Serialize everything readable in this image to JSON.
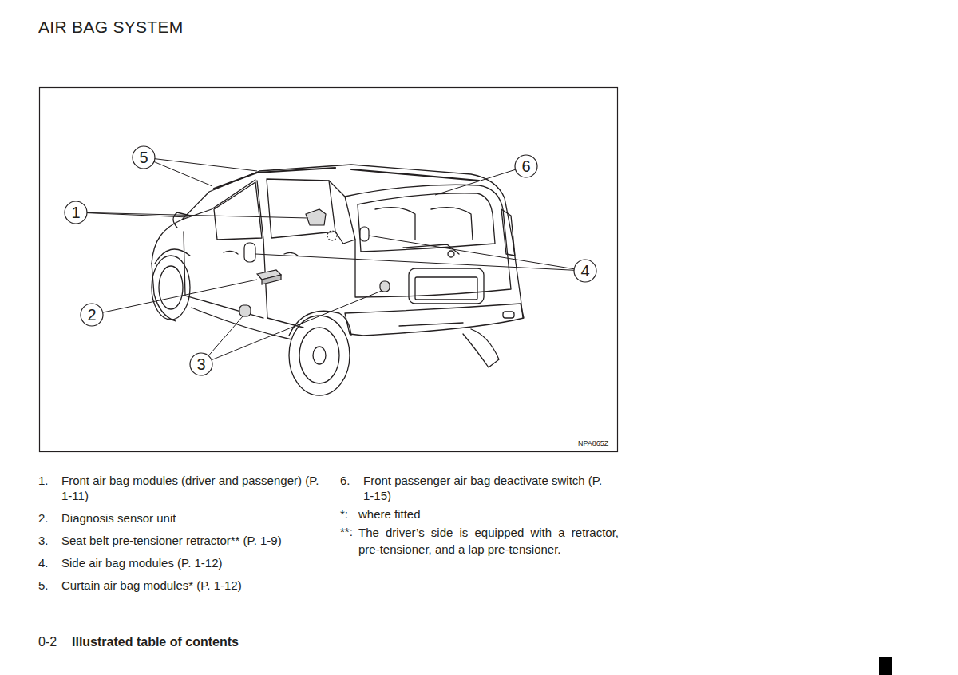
{
  "diagram": {
    "title": "AIR BAG SYSTEM",
    "labels": [
      "5",
      "6",
      "1",
      "4",
      "2",
      "3",
      "NPA865Z",
      "1.",
      "Front air bag modules (driver and passenger) (P. 1-11)",
      "2.",
      "Diagnosis sensor unit",
      "3.",
      "Seat belt pre-tensioner retractor** (P. 1-9)",
      "4.",
      "Side air bag modules (P. 1-12)",
      "5.",
      "Curtain air bag modules* (P. 1-12)",
      "6.",
      "Front passenger air bag deactivate switch (P. 1-15)",
      "*:",
      "where fitted",
      "**:",
      "The driver’s side is equipped with a retractor, pre-tensioner, and a lap pre-tensioner.",
      "0-2",
      "Illustrated table of contents"
    ]
  }
}
